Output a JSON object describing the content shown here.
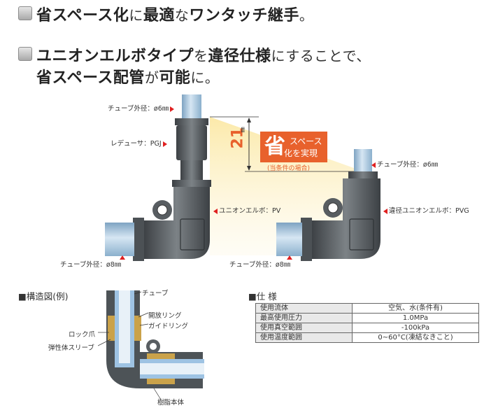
{
  "headlines": {
    "line1": {
      "emph1": "省スペース化",
      "plain1": "に",
      "emph2": "最適",
      "plain2": "な",
      "emph3": "ワンタッチ継手",
      "plain3": "。"
    },
    "line2a": {
      "emph1": "ユニオンエルボタイプ",
      "plain1": "を",
      "emph2": "違径仕様",
      "plain2": "にすることで、"
    },
    "line2b": {
      "emph1": "省スペース配管",
      "plain1": "が",
      "emph2": "可能",
      "plain2": "に。"
    }
  },
  "diagram": {
    "labels": {
      "tube_top_left": "チューブ外径：ø6㎜",
      "reducer": "レデューサ：PGJ",
      "union_elbow": "ユニオンエルボ：PV",
      "tube_bottom_left": "チューブ外径：ø8㎜",
      "tube_bottom_mid": "チューブ外径：ø8㎜",
      "tube_right": "チューブ外径：ø6㎜",
      "reducing_elbow": "違径ユニオンエルボ：PVG"
    },
    "dimension": {
      "value": "21",
      "unit": "㎜"
    },
    "badge": {
      "kanji": "省",
      "line1": "スペース",
      "line2": "化を実現",
      "note": "(当条件の場合)"
    },
    "colors": {
      "accent": "#e8612c",
      "arrow": "#e02020",
      "tube": "#a8c8e0",
      "body": "#5a5f63"
    }
  },
  "structure": {
    "title": "■構造図(例)",
    "labels": {
      "tube": "チューブ",
      "release_ring": "開放リング",
      "guide_ring": "ガイドリング",
      "lock_claw": "ロック爪",
      "elastic_sleeve": "弾性体スリーブ",
      "resin_body": "樹脂本体"
    }
  },
  "spec": {
    "title": "■仕 様",
    "rows": [
      {
        "key": "使用流体",
        "value": "空気、水(条件有)"
      },
      {
        "key": "最高使用圧力",
        "value": "1.0MPa"
      },
      {
        "key": "使用真空範囲",
        "value": "-100kPa"
      },
      {
        "key": "使用温度範囲",
        "value": "0~60°C(凍結なきこと)"
      }
    ]
  }
}
